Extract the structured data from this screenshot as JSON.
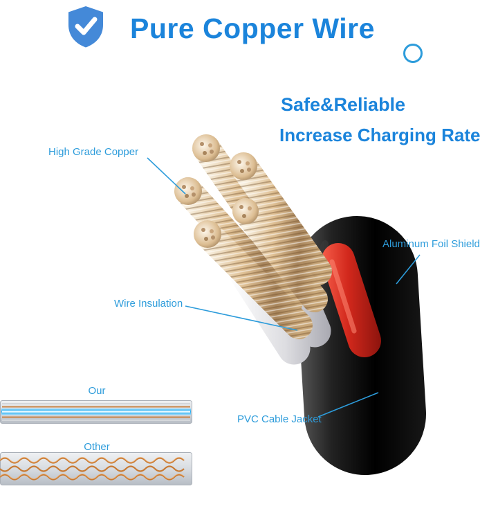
{
  "header": {
    "title": "Pure Copper Wire"
  },
  "benefits": {
    "line1": "Safe&Reliable",
    "line2": "Increase Charging Rate"
  },
  "callouts": {
    "high_grade_copper": "High Grade Copper",
    "aluminum_foil_shield": "Aluminum Foil Shield",
    "wire_insulation": "Wire Insulation",
    "pvc_cable_jacket": "PVC Cable Jacket"
  },
  "comparison": {
    "our": "Our",
    "other": "Other"
  },
  "icons": {
    "shield": "shield-check-icon",
    "ring": "circle-badge-icon"
  },
  "colors": {
    "title_blue": "#1b84db",
    "label_blue": "#2d9cdb",
    "shield_blue": "#4489d8",
    "copper": "#c98c52",
    "wire_red": "#d2281c",
    "jacket_black": "#0a0a0a",
    "insulation_white": "#e9e9ec"
  }
}
